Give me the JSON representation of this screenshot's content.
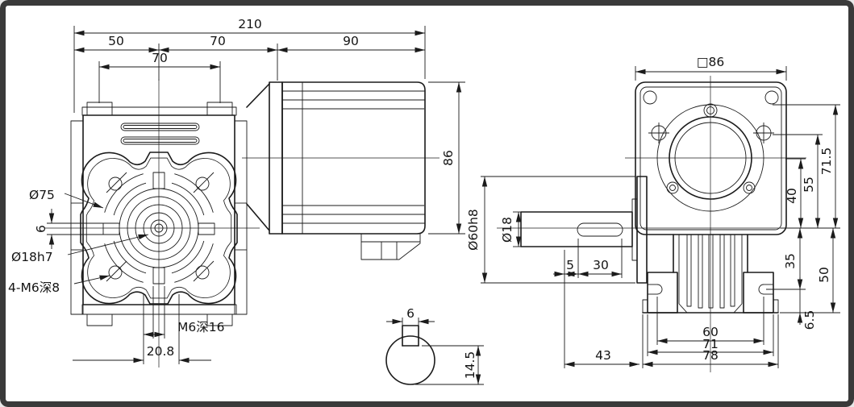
{
  "drawing": {
    "type": "engineering-dimension-drawing",
    "subject": "worm gearbox with motor, three orthographic views and shaft keyway detail",
    "dims": {
      "total_width": "210",
      "w_left": "50",
      "w_mid": "70",
      "w_right": "90",
      "flange_holes_span": "70",
      "bolt_circle": "Ø75",
      "bore_key_width": "6",
      "bore": "Ø18h7",
      "flange_screws": "4-M6深8",
      "hub_tap": "M6深16",
      "bore_key_depth": "20.8",
      "motor_frame": "86",
      "detail_key_width": "6",
      "detail_key_height": "14.5",
      "flange_square": "□86",
      "h_top": "71.5",
      "h_holes": "55",
      "h_axis": "40",
      "h_foot": "35",
      "h_base": "50",
      "foot_thickness": "6.5",
      "slot_span": "60",
      "feet_span": "71",
      "base_width": "78",
      "shaft_length": "43",
      "key_start": "5",
      "key_length": "30",
      "shaft_dia": "Ø18",
      "boss_dia": "Ø60h8"
    },
    "colors": {
      "line": "#1b1b1b",
      "frame": "#3a3a3a",
      "paper": "#ffffff"
    }
  }
}
